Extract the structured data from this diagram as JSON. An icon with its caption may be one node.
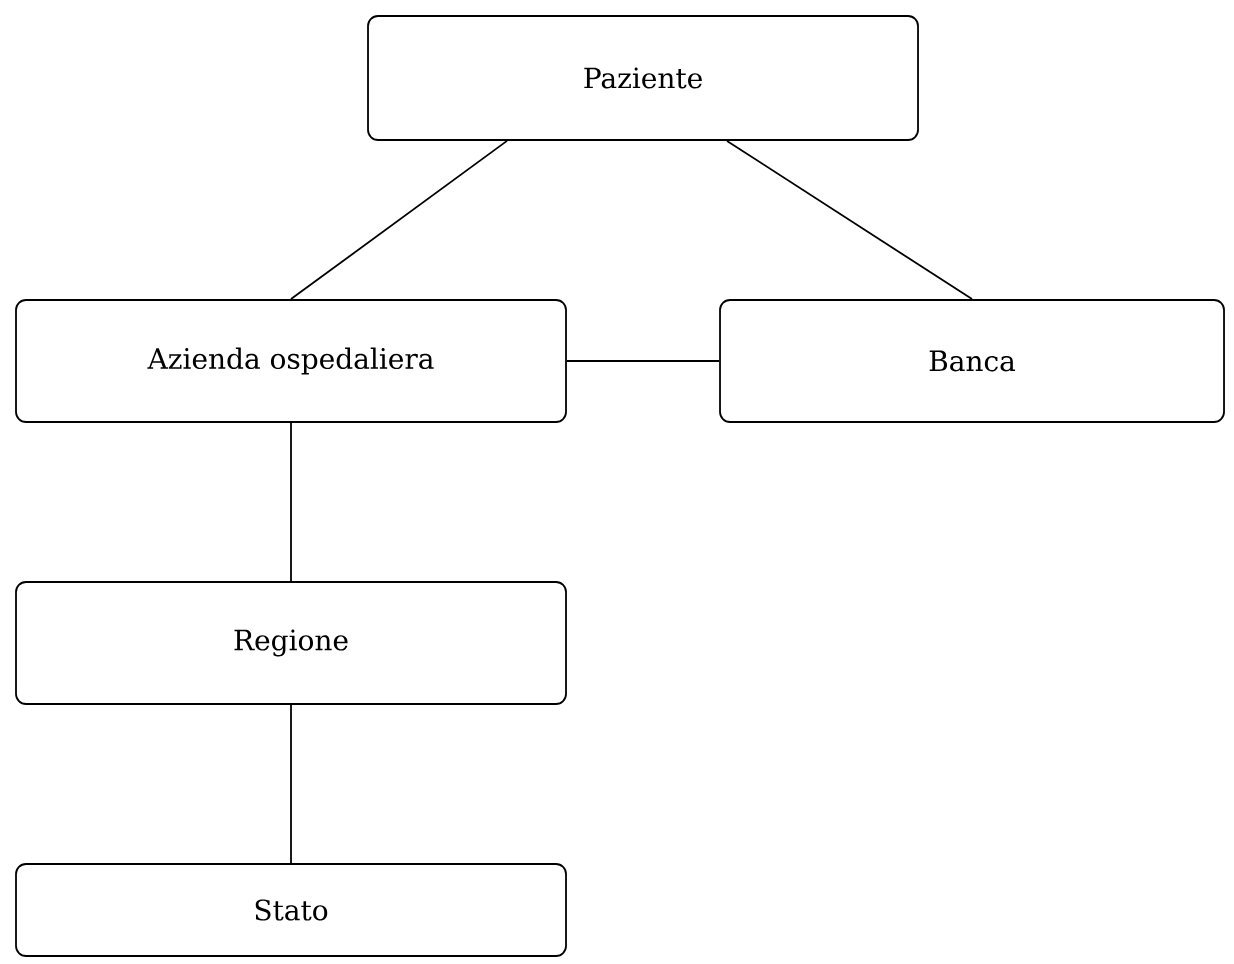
{
  "diagram": {
    "nodes": [
      {
        "text": [
          "Paziente"
        ]
      },
      {
        "text": [
          "Azienda ospedaliera"
        ]
      },
      {
        "text": [
          "Banca"
        ]
      },
      {
        "text": [
          "Regione"
        ]
      },
      {
        "text": [
          "Stato"
        ]
      }
    ],
    "edges": [
      {
        "from": 0,
        "to": 1,
        "arrow": "none"
      },
      {
        "from": 0,
        "to": 2,
        "arrow": "none"
      },
      {
        "from": 1,
        "to": 2,
        "arrow": "none"
      },
      {
        "from": 1,
        "to": 3,
        "arrow": "none"
      },
      {
        "from": 3,
        "to": 4,
        "arrow": "none"
      }
    ]
  }
}
